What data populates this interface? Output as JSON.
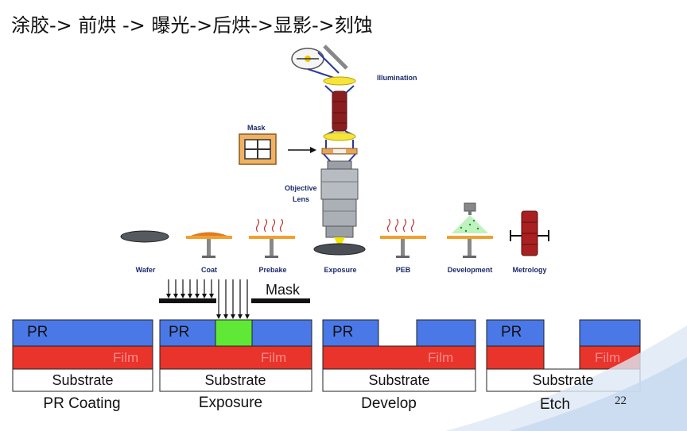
{
  "title": "涂胶-> 前烘 -> 曝光->后烘->显影->刻蚀",
  "tool_labels": {
    "illumination": "Illumination",
    "mask": "Mask",
    "objective_line1": "Objective",
    "objective_line2": "Lens"
  },
  "stages": [
    "Wafer",
    "Coat",
    "Prebake",
    "Exposure",
    "PEB",
    "Development",
    "Metrology"
  ],
  "layers": {
    "pr": "PR",
    "film": "Film",
    "substrate": "Substrate",
    "mask": "Mask"
  },
  "panels": [
    "PR Coating",
    "Exposure",
    "Develop",
    "Etch"
  ],
  "page_number": "22",
  "colors": {
    "pr": "#4a78e6",
    "film": "#e8342a",
    "substrate": "#ffffff",
    "exposed": "#5fe835",
    "label": "#1b2a6b"
  }
}
